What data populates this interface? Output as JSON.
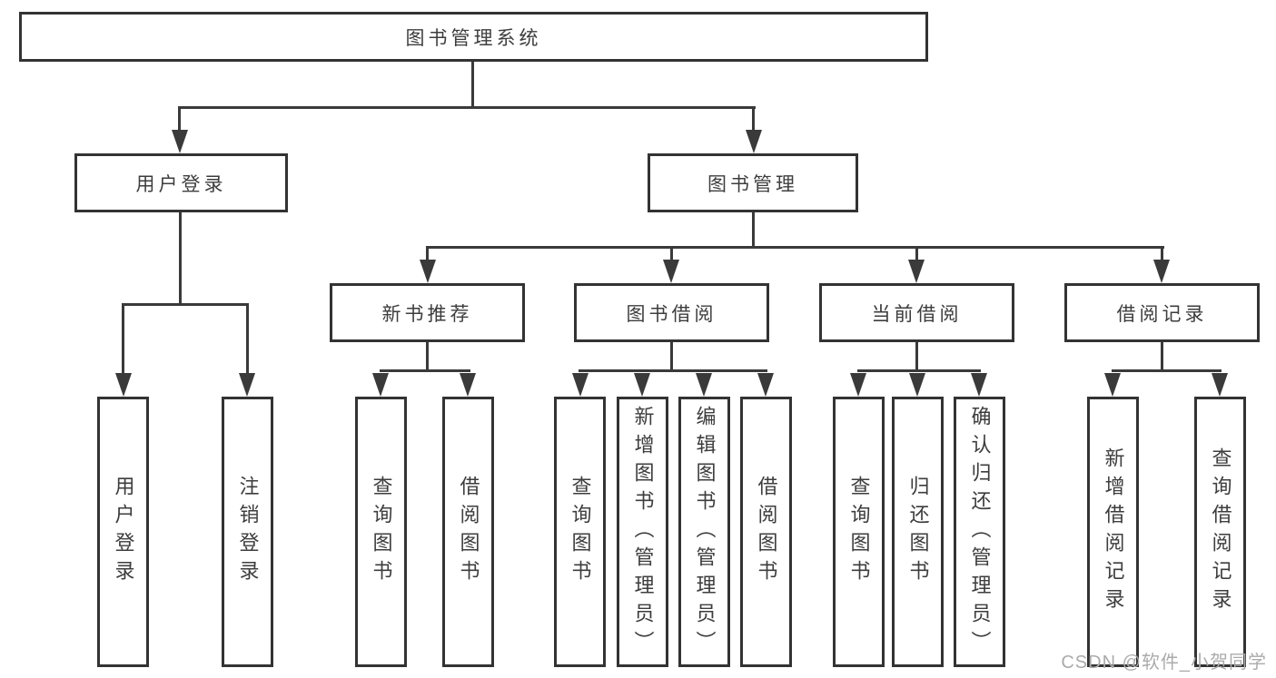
{
  "diagram": {
    "root": {
      "label": "图书管理系统"
    },
    "branches": [
      {
        "label": "用户登录",
        "children": [
          {
            "label": "用户登录"
          },
          {
            "label": "注销登录"
          }
        ]
      },
      {
        "label": "图书管理",
        "children": [
          {
            "label": "新书推荐",
            "children": [
              {
                "label": "查询图书"
              },
              {
                "label": "借阅图书"
              }
            ]
          },
          {
            "label": "图书借阅",
            "children": [
              {
                "label": "查询图书"
              },
              {
                "label": "新增图书（管理员）"
              },
              {
                "label": "编辑图书（管理员）"
              },
              {
                "label": "借阅图书"
              }
            ]
          },
          {
            "label": "当前借阅",
            "children": [
              {
                "label": "查询图书"
              },
              {
                "label": "归还图书"
              },
              {
                "label": "确认归还（管理员）"
              }
            ]
          },
          {
            "label": "借阅记录",
            "children": [
              {
                "label": "新增借阅记录"
              },
              {
                "label": "查询借阅记录"
              }
            ]
          }
        ]
      }
    ]
  },
  "colors": {
    "line": "#3a3a3a",
    "border": "#333333",
    "text": "#3d3d3d",
    "watermark": "#ababab"
  },
  "watermark": {
    "text": "CSDN @软件_小贺同学"
  }
}
